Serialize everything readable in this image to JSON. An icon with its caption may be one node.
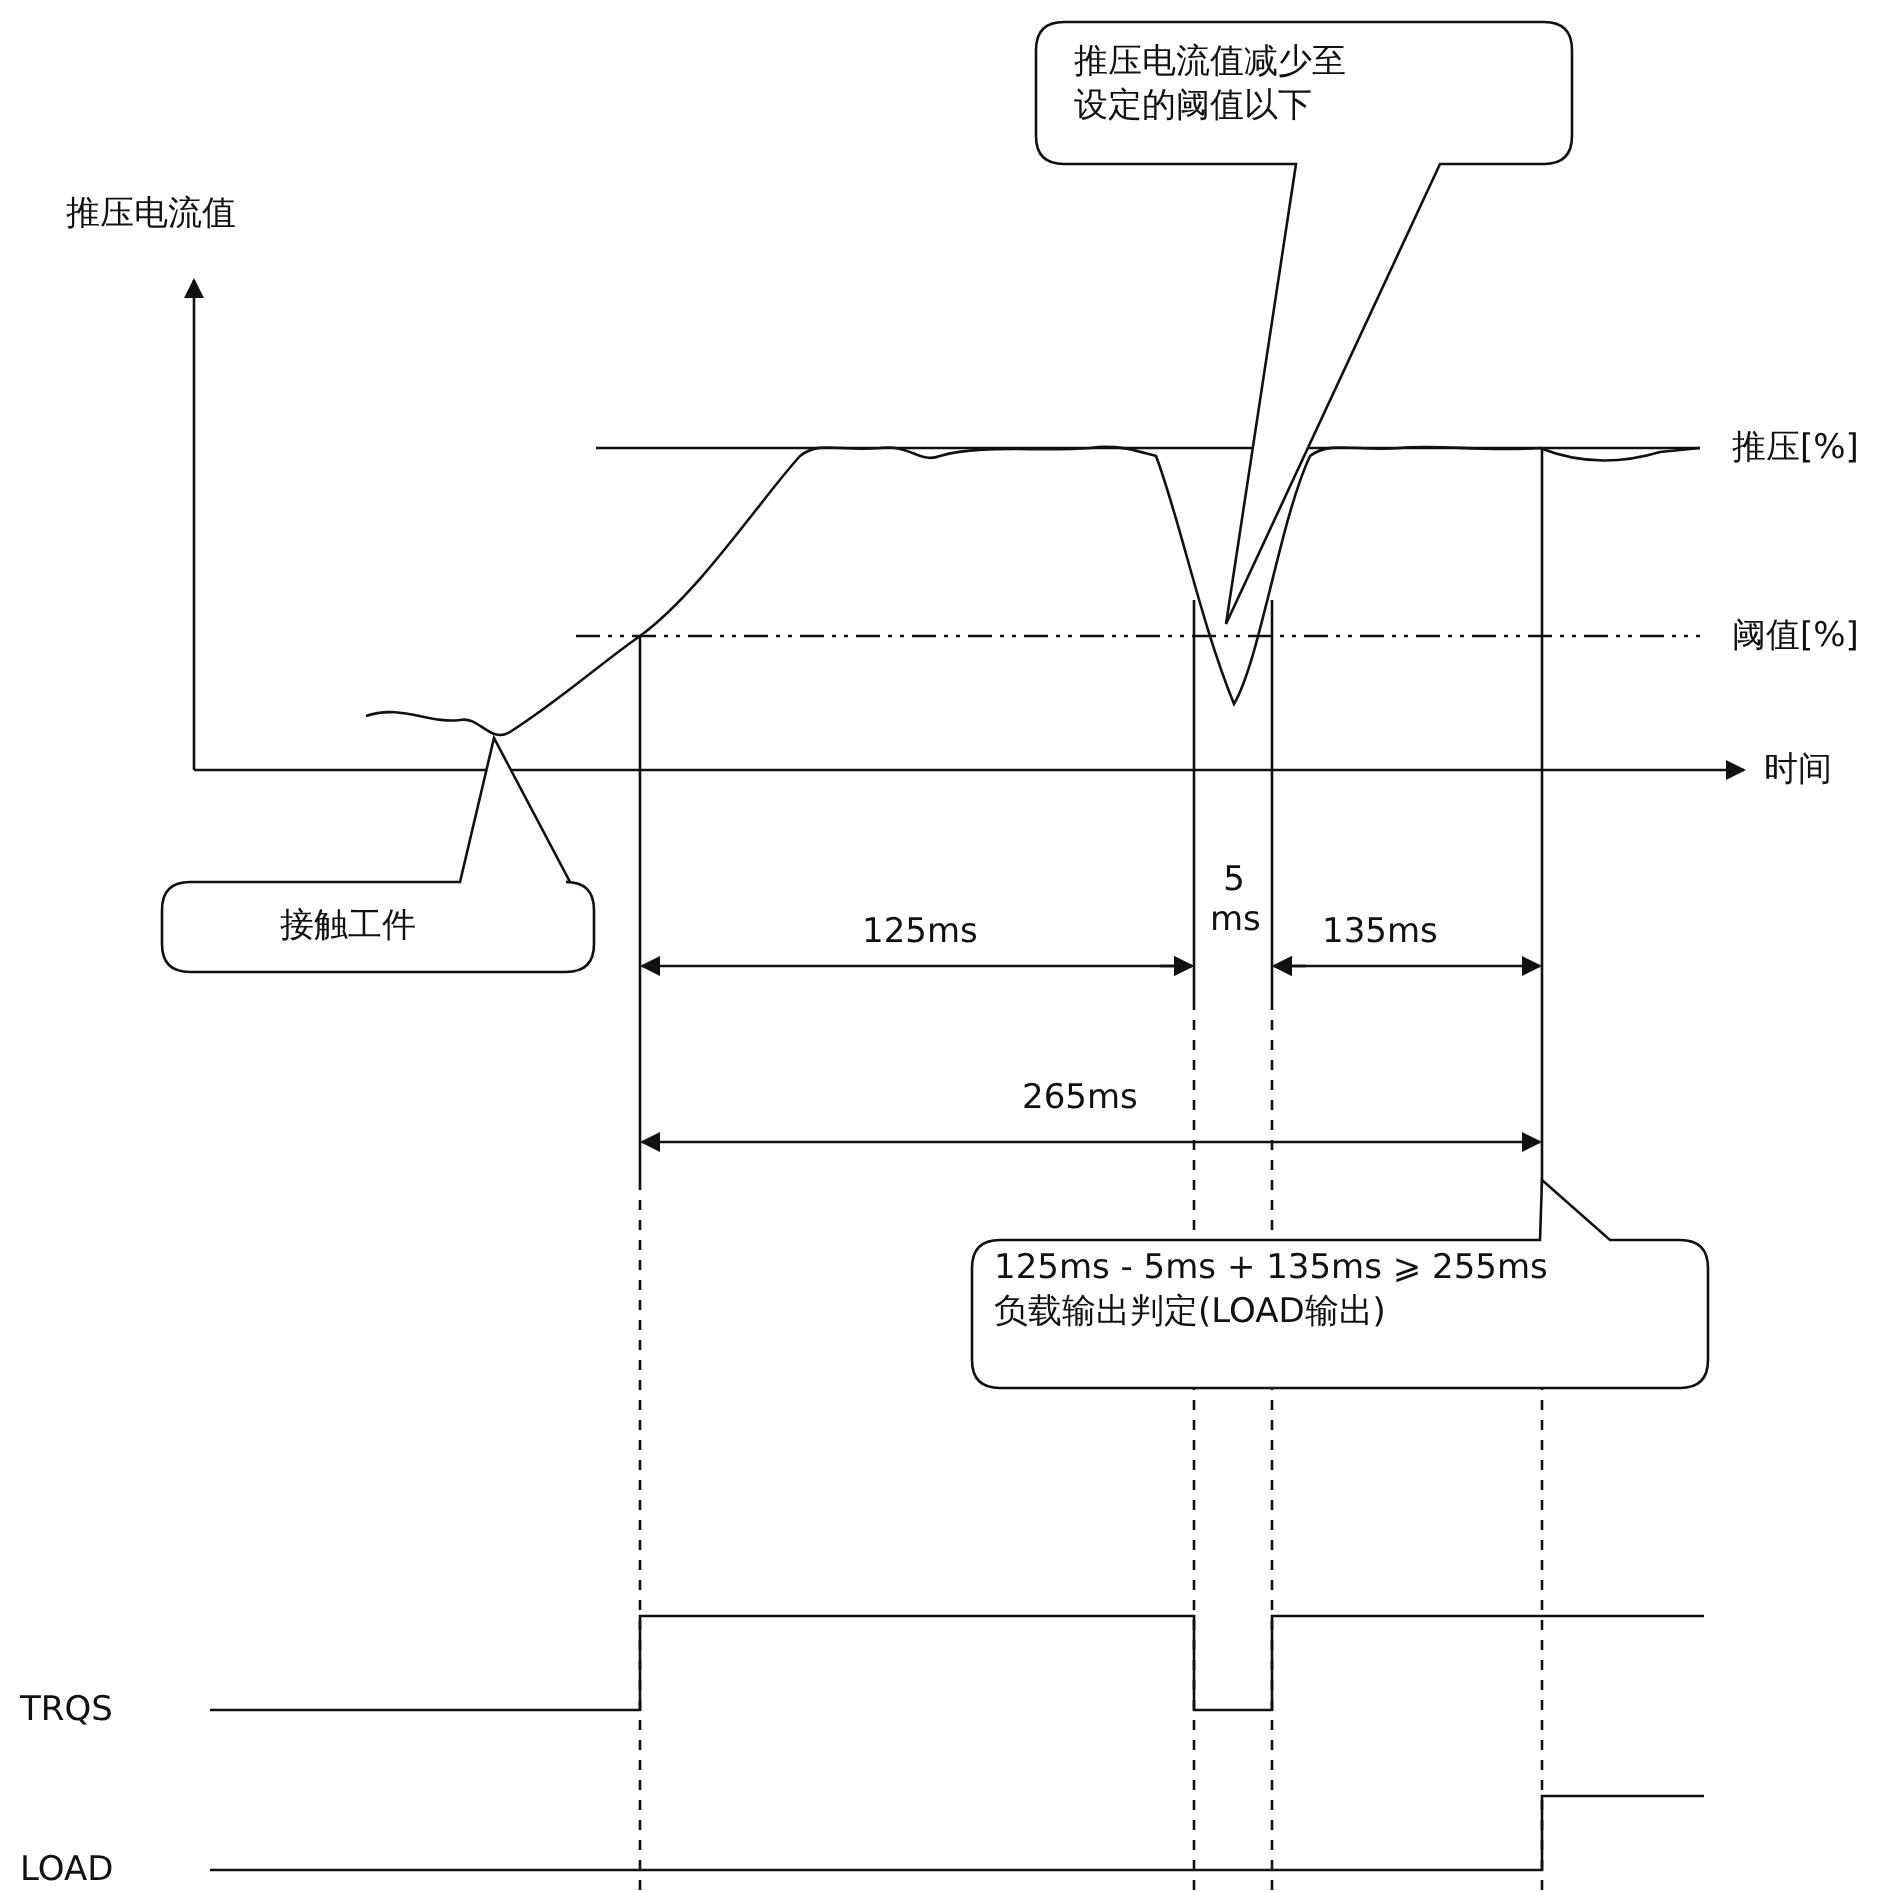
{
  "diagram": {
    "nodes": [
      {
        "text": [
          "推压电流值减少至设定的阈值以下"
        ]
      },
      {
        "text": [
          "接触工件"
        ]
      },
      {
        "text": [
          "125ms - 5ms + 135ms ⩾ 255ms",
          "负载输出判定(LOAD输出)"
        ]
      }
    ],
    "labels": [
      "推压电流值",
      "推压[%]",
      "阈值[%]",
      "时间",
      "5 ms",
      "125ms",
      "135ms",
      "265ms",
      "TRQS",
      "LOAD"
    ]
  }
}
